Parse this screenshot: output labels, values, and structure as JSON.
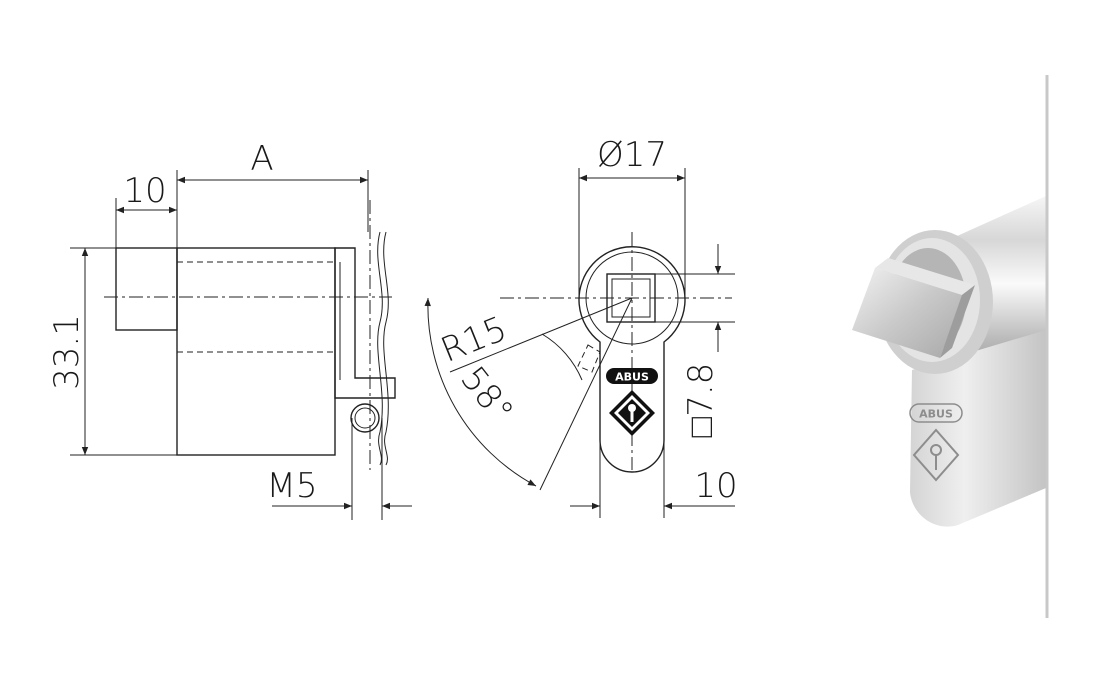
{
  "side_view": {
    "dim_a": "A",
    "dim_10": "10",
    "dim_33": "33.1",
    "dim_m5": "M5"
  },
  "front_view": {
    "dim_d17": "Ø17",
    "dim_r15": "R15",
    "dim_58": "58°",
    "dim_sq78": "□7.8",
    "dim_10": "10",
    "logo": "ABUS"
  },
  "photo": {
    "logo": "ABUS"
  },
  "colors": {
    "line": "#222222",
    "metal_light": "#e8e8e8",
    "metal_mid": "#bdbdbd",
    "metal_dark": "#8a8a8a",
    "divider": "#c8c8c8"
  }
}
